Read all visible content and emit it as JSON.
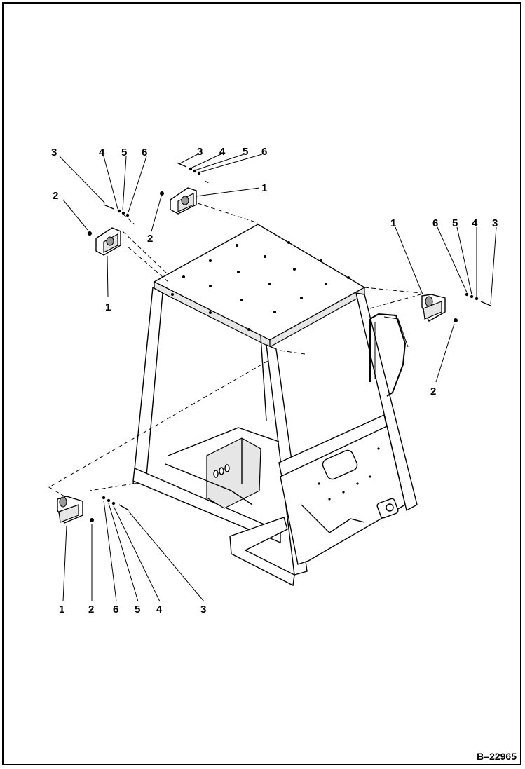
{
  "drawing_number": "B–22965",
  "callouts": {
    "one": "1",
    "two": "2",
    "three": "3",
    "four": "4",
    "five": "5",
    "six": "6"
  },
  "colors": {
    "line": "#000000",
    "background": "#ffffff"
  }
}
